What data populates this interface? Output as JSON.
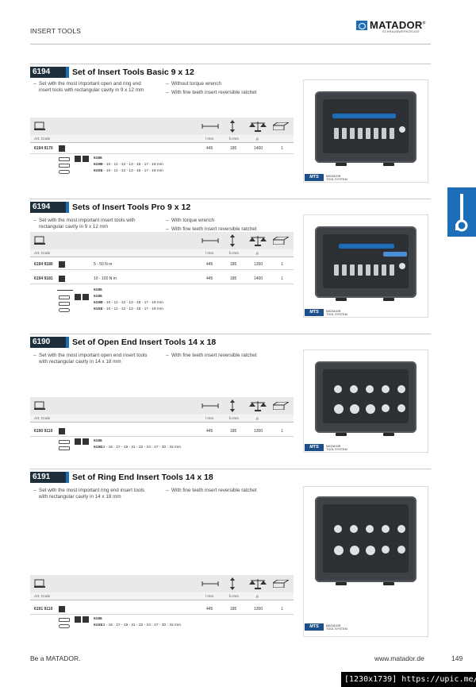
{
  "header": {
    "category": "INSERT TOOLS",
    "logo_text": "MATADOR",
    "logo_sub": "SCHRAUBWERKZEUGE",
    "logo_reg": "®"
  },
  "table_headers": {
    "art_code": "Art. Code",
    "l": "l mm",
    "b": "b mm",
    "g": "g"
  },
  "mts": {
    "label": "MTS",
    "text1": "MATADOR",
    "text2": "TOOL SYSTEM"
  },
  "sections": [
    {
      "number": "6194",
      "title": "Set of Insert Tools Basic 9 x 12",
      "desc_left": "Set with the most important open and ring end insert tools with rectangular cavity in 9 x 12 mm",
      "desc_right": [
        "Without torque wrench",
        "With fine teeth insert reversible ratchet"
      ],
      "rows": [
        {
          "code": "6194 9170",
          "range": "",
          "l": "445",
          "b": "185",
          "g": "1400",
          "qty": "1"
        }
      ],
      "subs": [
        {
          "num": "6186",
          "text": ""
        },
        {
          "num": "6190",
          "text": "8 - 10 - 11 - 12 - 13 - 16 - 17 - 19 mm"
        },
        {
          "num": "6191",
          "text": "8 - 10 - 11 - 12 - 13 - 16 - 17 - 19 mm"
        }
      ]
    },
    {
      "number": "6194",
      "title": "Sets of Insert Tools Pro 9 x 12",
      "desc_left": "Set with the most important insert tools with rectangular cavity in 9 x 12 mm",
      "desc_right": [
        "With torque wrench",
        "With fine teeth insert reversible ratchet"
      ],
      "rows": [
        {
          "code": "6194 9180",
          "range": "5 - 50 N m",
          "l": "445",
          "b": "185",
          "g": "1350",
          "qty": "1"
        },
        {
          "code": "6194 9181",
          "range": "10 - 100 N m",
          "l": "445",
          "b": "185",
          "g": "1400",
          "qty": "1"
        }
      ],
      "subs": [
        {
          "num": "6185",
          "text": ""
        },
        {
          "num": "6186",
          "text": ""
        },
        {
          "num": "6190",
          "text": "8 - 10 - 11 - 12 - 13 - 16 - 17 - 19 mm"
        },
        {
          "num": "6191",
          "text": "8 - 10 - 11 - 12 - 13 - 16 - 17 - 19 mm"
        }
      ]
    },
    {
      "number": "6190",
      "title": "Set of Open End Insert Tools 14 x 18",
      "desc_left": "Set with the most important open end insert tools with rectangular cavity in 14 x 18 mm",
      "desc_right": [
        "With fine teeth insert reversible ratchet"
      ],
      "rows": [
        {
          "code": "6190 9110",
          "range": "",
          "l": "445",
          "b": "185",
          "g": "1300",
          "qty": "1"
        }
      ],
      "subs": [
        {
          "num": "6186",
          "text": ""
        },
        {
          "num": "6190",
          "text": "13 - 16 - 17 - 19 - 21 - 22 - 24 - 27 - 30 - 32 mm"
        }
      ]
    },
    {
      "number": "6191",
      "title": "Set of Ring End Insert Tools 14 x 18",
      "desc_left": "Set with the most important ring end insert tools with rectangular cavity in 14 x 18 mm",
      "desc_right": [
        "With fine teeth insert reversible ratchet"
      ],
      "rows": [
        {
          "code": "6191 9110",
          "range": "",
          "l": "445",
          "b": "185",
          "g": "1300",
          "qty": "1"
        }
      ],
      "subs": [
        {
          "num": "6186",
          "text": ""
        },
        {
          "num": "6191",
          "text": "13 - 16 - 17 - 19 - 21 - 22 - 24 - 27 - 30 - 32 mm"
        }
      ]
    }
  ],
  "footer": {
    "slogan": "Be a MATADOR.",
    "url": "www.matador.de",
    "page": "149"
  },
  "watermark": "[1230x1739] https://upic.me/",
  "colors": {
    "accent": "#1d6eb8",
    "badge": "#1e2f3c"
  }
}
